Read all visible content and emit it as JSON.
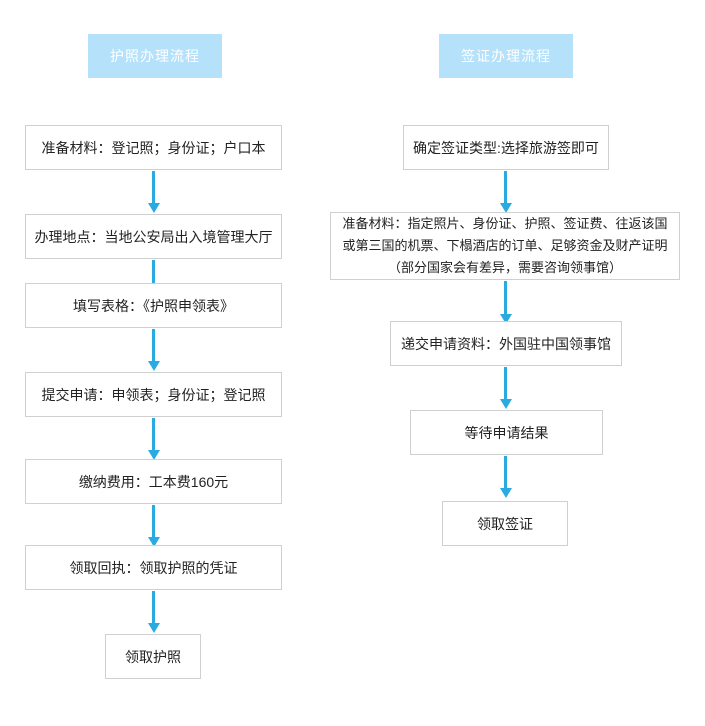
{
  "diagram": {
    "type": "flowchart",
    "columns": [
      {
        "id": "passport",
        "header": "护照办理流程",
        "nodes": [
          {
            "lines": [
              "准备材料：登记照；身份证；户口本"
            ]
          },
          {
            "lines": [
              "办理地点：当地公安局出入境管理大厅"
            ]
          },
          {
            "lines": [
              "填写表格：《护照申领表》"
            ]
          },
          {
            "lines": [
              "提交申请：申领表；身份证；登记照"
            ]
          },
          {
            "lines": [
              "缴纳费用：工本费160元"
            ]
          },
          {
            "lines": [
              "领取回执：领取护照的凭证"
            ]
          },
          {
            "lines": [
              "领取护照"
            ]
          }
        ]
      },
      {
        "id": "visa",
        "header": "签证办理流程",
        "nodes": [
          {
            "lines": [
              "确定签证类型:选择旅游签即可"
            ]
          },
          {
            "lines": [
              "准备材料：指定照片、身份证、护照、签证费、往返该国",
              "或第三国的机票、下榻酒店的订单、足够资金及财产证明",
              "（部分国家会有差异，需要咨询领事馆）"
            ]
          },
          {
            "lines": [
              "递交申请资料：外国驻中国领事馆"
            ]
          },
          {
            "lines": [
              "等待申请结果"
            ]
          },
          {
            "lines": [
              "领取签证"
            ]
          }
        ]
      }
    ],
    "colors": {
      "header_bg": "#b5e2fa",
      "header_text": "#ffffff",
      "arrow": "#29abe2",
      "node_border": "#d0d0d0",
      "node_bg": "#ffffff",
      "node_text": "#222222"
    }
  }
}
